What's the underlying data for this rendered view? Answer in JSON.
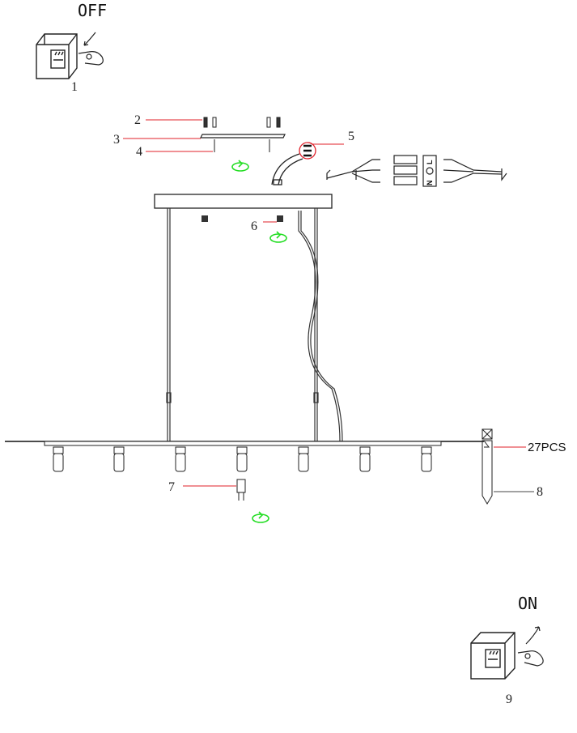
{
  "steps": {
    "off_label": "OFF",
    "on_label": "ON",
    "n1": "1",
    "n2": "2",
    "n3": "3",
    "n4": "4",
    "n5": "5",
    "n6": "6",
    "n7": "7",
    "n8": "8",
    "n9": "9"
  },
  "connector": {
    "neutral": "N",
    "live": "L"
  },
  "accessory": {
    "quantity": "27PCS"
  },
  "colors": {
    "leader": "#e0202a",
    "rotate": "#22dd22",
    "line": "#222222"
  },
  "icons": [
    "wall-switch-off-icon",
    "wall-switch-on-icon",
    "hand-icon",
    "rotate-arrow-icon",
    "terminal-block-icon",
    "ground-symbol-icon"
  ]
}
